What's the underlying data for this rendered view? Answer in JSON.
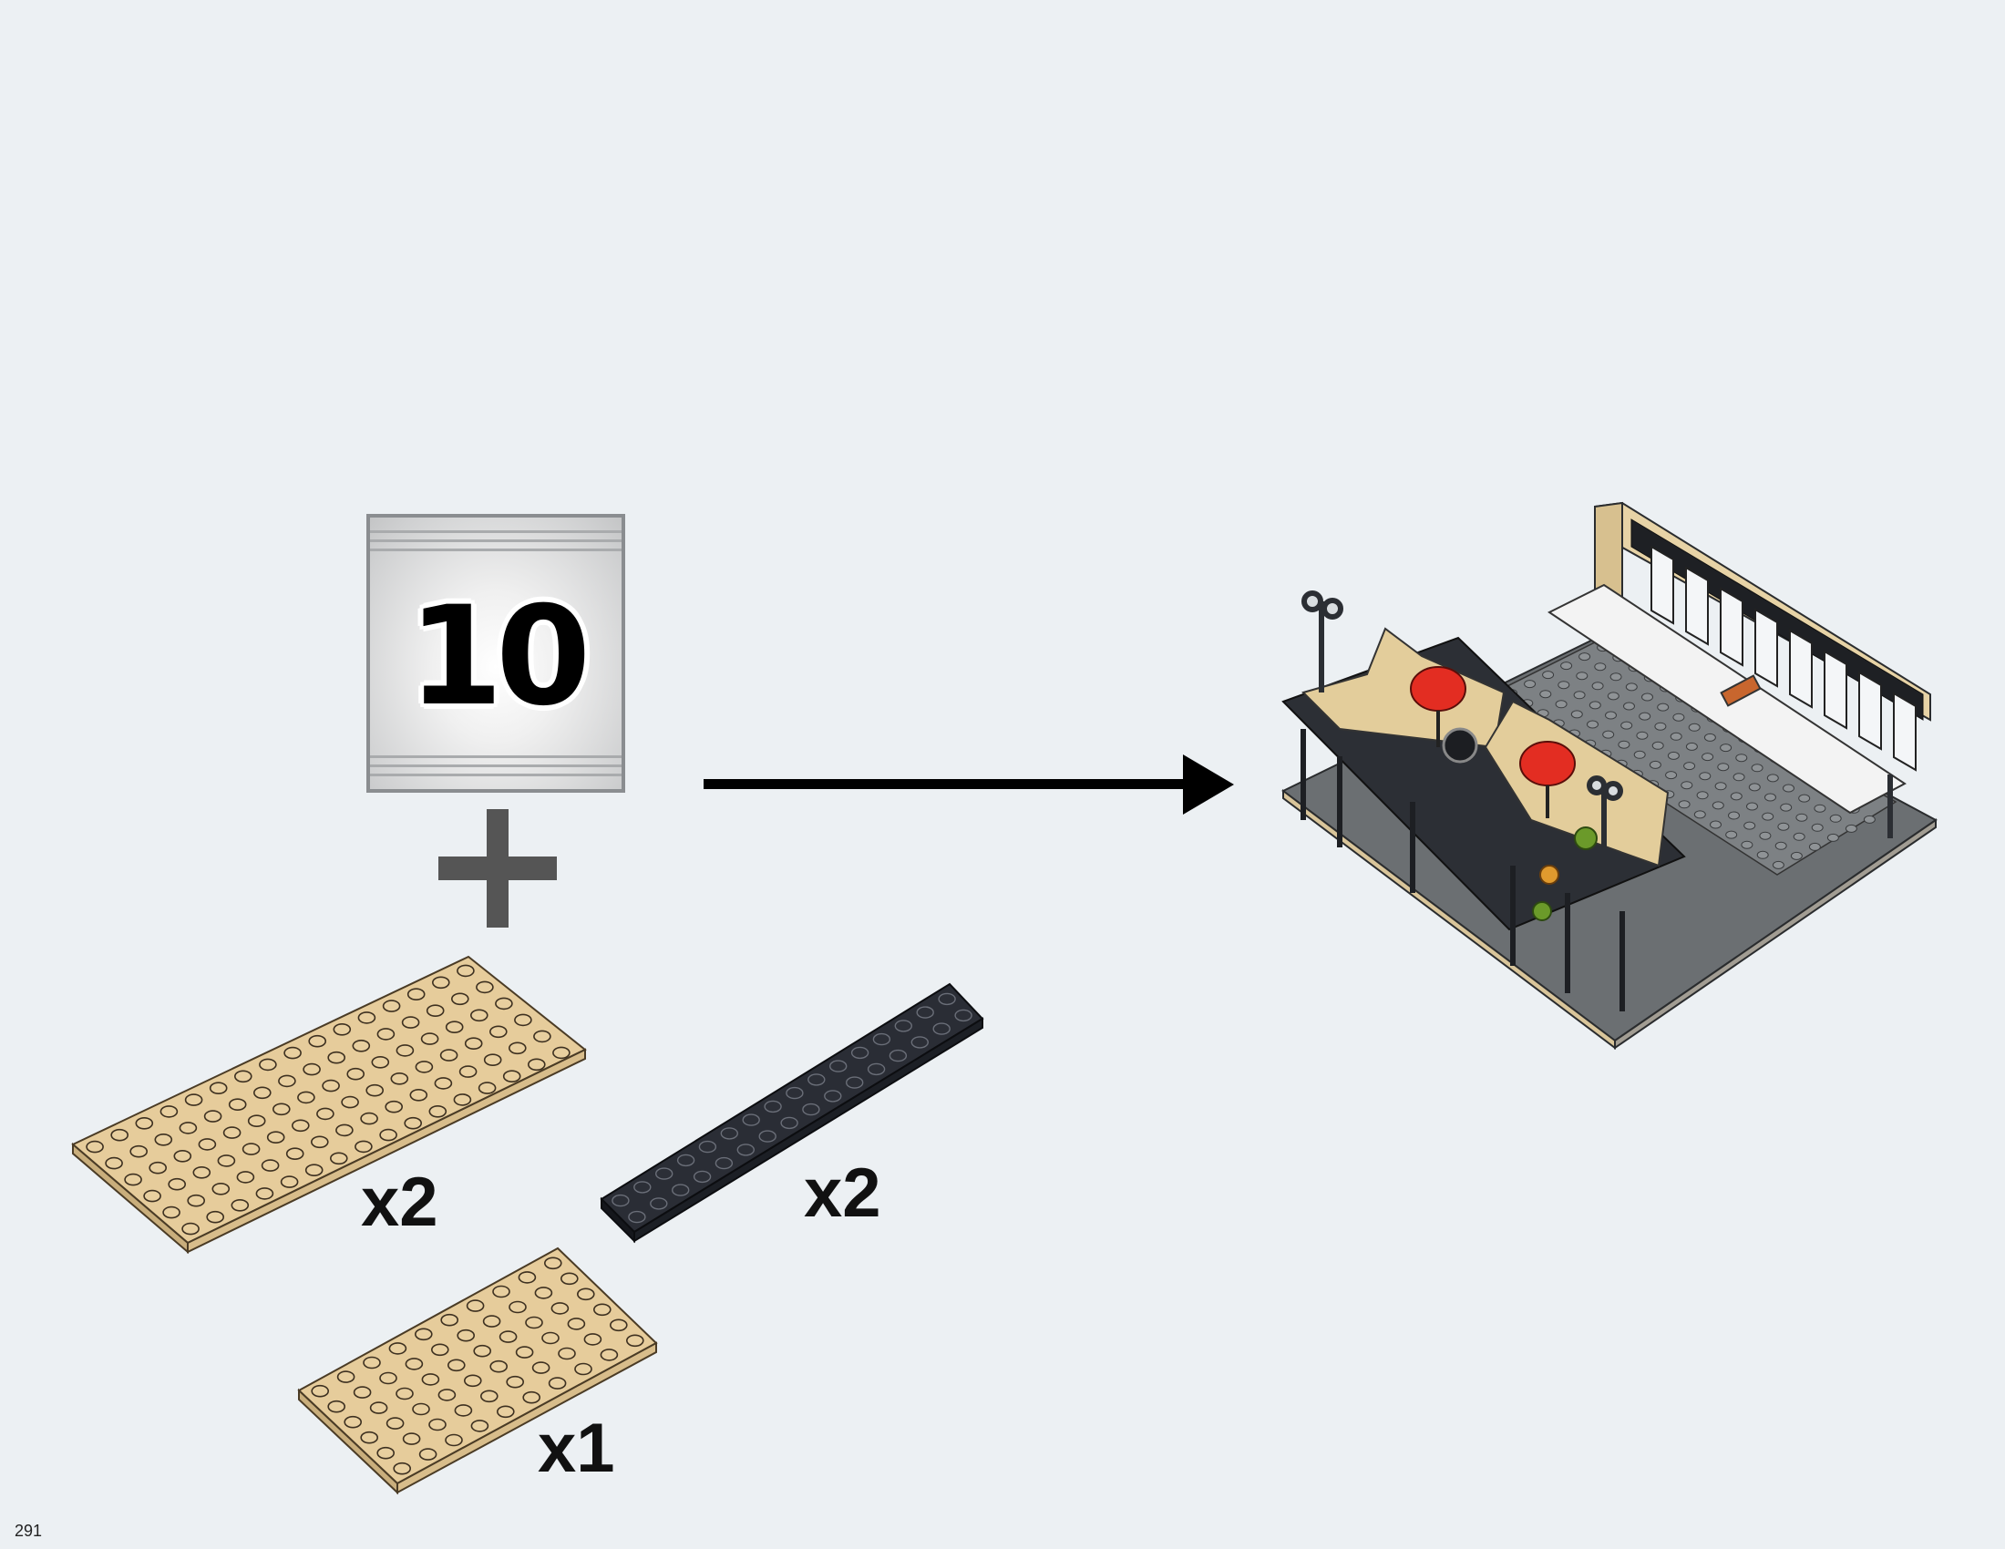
{
  "step": {
    "bag_number": "10",
    "parts": [
      {
        "color": "tan",
        "quantity_label": "x2"
      },
      {
        "color": "black",
        "quantity_label": "x2"
      },
      {
        "color": "tan",
        "quantity_label": "x1"
      }
    ]
  },
  "page_number": "291",
  "colors": {
    "background": "#ecf0f3",
    "tan": "#e8cf9f",
    "black": "#1f2229",
    "plus": "#555555"
  },
  "icons": [
    "bag-icon",
    "plus-icon",
    "arrow-right-icon",
    "completed-model-image"
  ]
}
